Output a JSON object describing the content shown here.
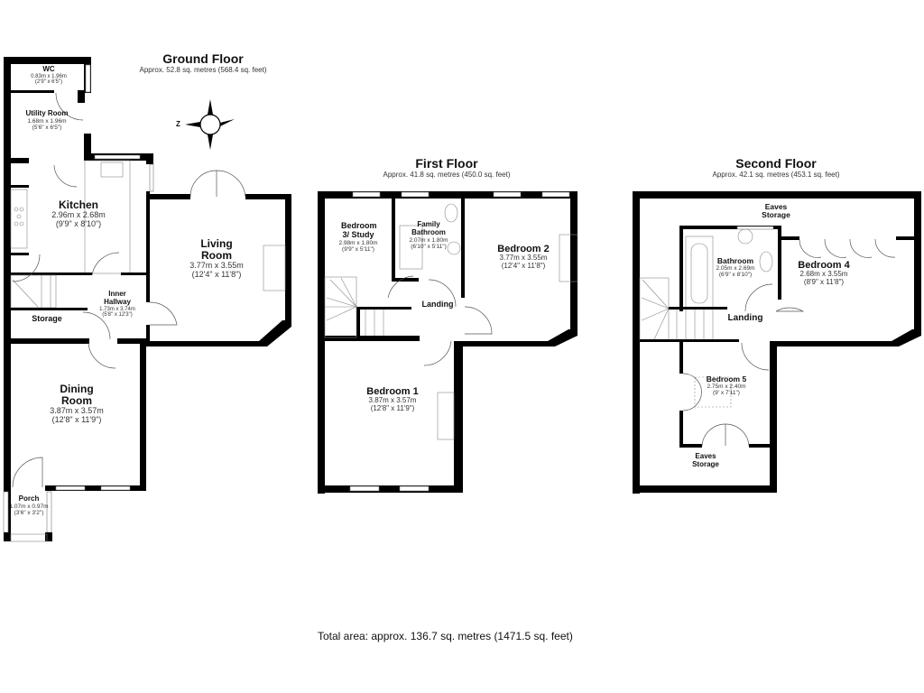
{
  "floors": {
    "ground": {
      "title": "Ground Floor",
      "area": "Approx. 52.8 sq. metres (568.4 sq. feet)",
      "compass_label": "Z",
      "rooms": {
        "wc": {
          "name": "WC",
          "metric": "0.83m x 1.96m",
          "imperial": "(2'9\" x 6'5\")"
        },
        "utility": {
          "name": "Utility Room",
          "metric": "1.68m x 1.96m",
          "imperial": "(5'6\" x 6'5\")"
        },
        "kitchen": {
          "name": "Kitchen",
          "metric": "2.96m x 2.68m",
          "imperial": "(9'9\" x 8'10\")"
        },
        "living": {
          "name": "Living Room",
          "metric": "3.77m x 3.55m",
          "imperial": "(12'4\" x 11'8\")"
        },
        "inner_hallway": {
          "name": "Inner Hallway",
          "metric": "1.73m x 3.74m",
          "imperial": "(5'8\" x 12'3\")"
        },
        "storage": {
          "name": "Storage"
        },
        "dining": {
          "name": "Dining Room",
          "metric": "3.87m x 3.57m",
          "imperial": "(12'8\" x 11'9\")"
        },
        "porch": {
          "name": "Porch",
          "metric": "1.07m x 0.97m",
          "imperial": "(3'6\" x 3'2\")"
        }
      }
    },
    "first": {
      "title": "First Floor",
      "area": "Approx. 41.8 sq. metres (450.0 sq. feet)",
      "rooms": {
        "bedroom3": {
          "name": "Bedroom 3/ Study",
          "metric": "2.98m x 1.80m",
          "imperial": "(9'9\" x 5'11\")"
        },
        "family_bathroom": {
          "name": "Family Bathroom",
          "metric": "2.07m x 1.80m",
          "imperial": "(6'10\" x 5'11\")"
        },
        "bedroom2": {
          "name": "Bedroom 2",
          "metric": "3.77m x 3.55m",
          "imperial": "(12'4\" x 11'8\")"
        },
        "landing": {
          "name": "Landing"
        },
        "bedroom1": {
          "name": "Bedroom 1",
          "metric": "3.87m x 3.57m",
          "imperial": "(12'8\" x 11'9\")"
        }
      }
    },
    "second": {
      "title": "Second Floor",
      "area": "Approx. 42.1 sq. metres (453.1 sq. feet)",
      "rooms": {
        "eaves_top": {
          "name": "Eaves Storage"
        },
        "bathroom": {
          "name": "Bathroom",
          "metric": "2.05m x 2.69m",
          "imperial": "(6'9\" x 8'10\")"
        },
        "bedroom4": {
          "name": "Bedroom 4",
          "metric": "2.68m x 3.55m",
          "imperial": "(8'9\" x 11'8\")"
        },
        "landing": {
          "name": "Landing"
        },
        "bedroom5": {
          "name": "Bedroom 5",
          "metric": "2.75m x 2.40m",
          "imperial": "(9' x 7'11\")"
        },
        "eaves_bottom": {
          "name": "Eaves Storage"
        }
      }
    }
  },
  "total_area": "Total area: approx. 136.7 sq. metres (1471.5 sq. feet)",
  "colors": {
    "wall": "#000000",
    "background": "#ffffff",
    "fixture": "#777777"
  }
}
